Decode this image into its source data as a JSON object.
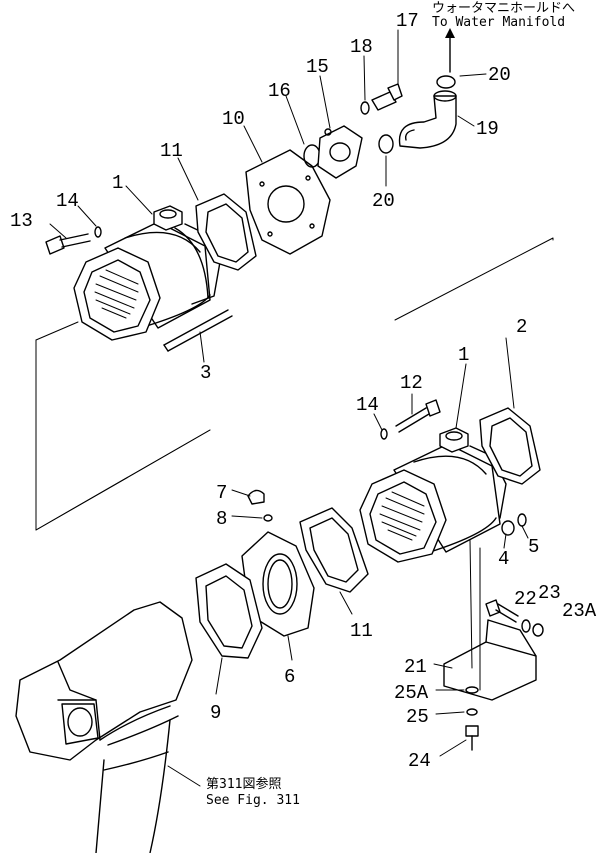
{
  "callouts": [
    {
      "id": "c13",
      "text": "13"
    },
    {
      "id": "c14a",
      "text": "14"
    },
    {
      "id": "c1a",
      "text": "1"
    },
    {
      "id": "c11a",
      "text": "11"
    },
    {
      "id": "c10",
      "text": "10"
    },
    {
      "id": "c16",
      "text": "16"
    },
    {
      "id": "c15",
      "text": "15"
    },
    {
      "id": "c18",
      "text": "18"
    },
    {
      "id": "c17",
      "text": "17"
    },
    {
      "id": "c20a",
      "text": "20"
    },
    {
      "id": "c19",
      "text": "19"
    },
    {
      "id": "c20b",
      "text": "20"
    },
    {
      "id": "c3",
      "text": "3"
    },
    {
      "id": "c2",
      "text": "2"
    },
    {
      "id": "c1b",
      "text": "1"
    },
    {
      "id": "c12",
      "text": "12"
    },
    {
      "id": "c14b",
      "text": "14"
    },
    {
      "id": "c7",
      "text": "7"
    },
    {
      "id": "c8",
      "text": "8"
    },
    {
      "id": "c4",
      "text": "4"
    },
    {
      "id": "c5",
      "text": "5"
    },
    {
      "id": "c22",
      "text": "22"
    },
    {
      "id": "c23",
      "text": "23"
    },
    {
      "id": "c23A",
      "text": "23A"
    },
    {
      "id": "c11b",
      "text": "11"
    },
    {
      "id": "c6",
      "text": "6"
    },
    {
      "id": "c9",
      "text": "9"
    },
    {
      "id": "c21",
      "text": "21"
    },
    {
      "id": "c25A",
      "text": "25A"
    },
    {
      "id": "c25",
      "text": "25"
    },
    {
      "id": "c24",
      "text": "24"
    }
  ],
  "notes": {
    "water_manifold_jp": "ウォータマニホールドへ",
    "water_manifold_en": "To Water Manifold",
    "see_fig_jp": "第311図参照",
    "see_fig_en": "See Fig. 311"
  }
}
